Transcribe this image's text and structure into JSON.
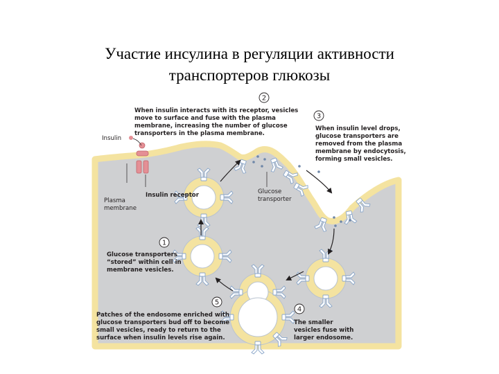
{
  "title": {
    "line1": "Участие инсулина в регуляции активности",
    "line2": "транспортеров глюкозы"
  },
  "colors": {
    "cytoplasm": "#cfd0d2",
    "membrane": "#f4e3a0",
    "membrane_edge": "#b9c3cf",
    "vesicle_lumen": "#ffffff",
    "receptor": "#e48f95",
    "transporter": "#8aa6c9",
    "arrow": "#231f20"
  },
  "labels": {
    "insulin": "Insulin",
    "insulin_receptor": "Insulin receptor",
    "plasma_membrane": [
      "Plasma",
      "membrane"
    ],
    "glucose_transporter": [
      "Glucose",
      "transporter"
    ]
  },
  "steps": [
    {
      "num": "1",
      "lines": [
        "Glucose transporters",
        "“stored” within cell in",
        "membrane vesicles."
      ]
    },
    {
      "num": "2",
      "lines": [
        "When insulin interacts with its receptor, vesicles",
        "move to surface and fuse with the plasma",
        "membrane, increasing the number of glucose",
        "transporters in the plasma membrane."
      ]
    },
    {
      "num": "3",
      "lines": [
        "When insulin level drops,",
        "glucose transporters are",
        "removed from the plasma",
        "membrane by endocytosis,",
        "forming small vesicles."
      ]
    },
    {
      "num": "4",
      "lines": [
        "The smaller",
        "vesicles fuse with",
        "larger endosome."
      ]
    },
    {
      "num": "5",
      "lines": [
        "Patches of the endosome enriched with",
        "glucose transporters bud off to become",
        "small vesicles, ready to return to the",
        "surface when insulin levels rise again."
      ]
    }
  ]
}
